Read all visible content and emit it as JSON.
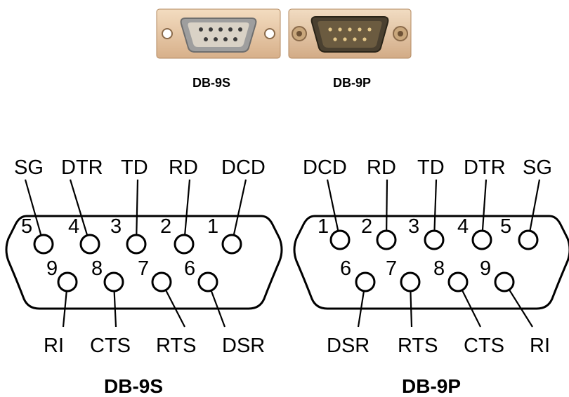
{
  "photos": {
    "female_caption": "DB-9S",
    "male_caption": "DB-9P"
  },
  "diagrams": [
    {
      "title": "DB-9S",
      "top_signals": [
        "SG",
        "DTR",
        "TD",
        "RD",
        "DCD"
      ],
      "top_pins": [
        "5",
        "4",
        "3",
        "2",
        "1"
      ],
      "bottom_pins": [
        "9",
        "8",
        "7",
        "6"
      ],
      "bottom_signals": [
        "RI",
        "CTS",
        "RTS",
        "DSR"
      ]
    },
    {
      "title": "DB-9P",
      "top_signals": [
        "DCD",
        "RD",
        "TD",
        "DTR",
        "SG"
      ],
      "top_pins": [
        "1",
        "2",
        "3",
        "4",
        "5"
      ],
      "bottom_pins": [
        "6",
        "7",
        "8",
        "9"
      ],
      "bottom_signals": [
        "DSR",
        "RTS",
        "CTS",
        "RI"
      ]
    }
  ]
}
